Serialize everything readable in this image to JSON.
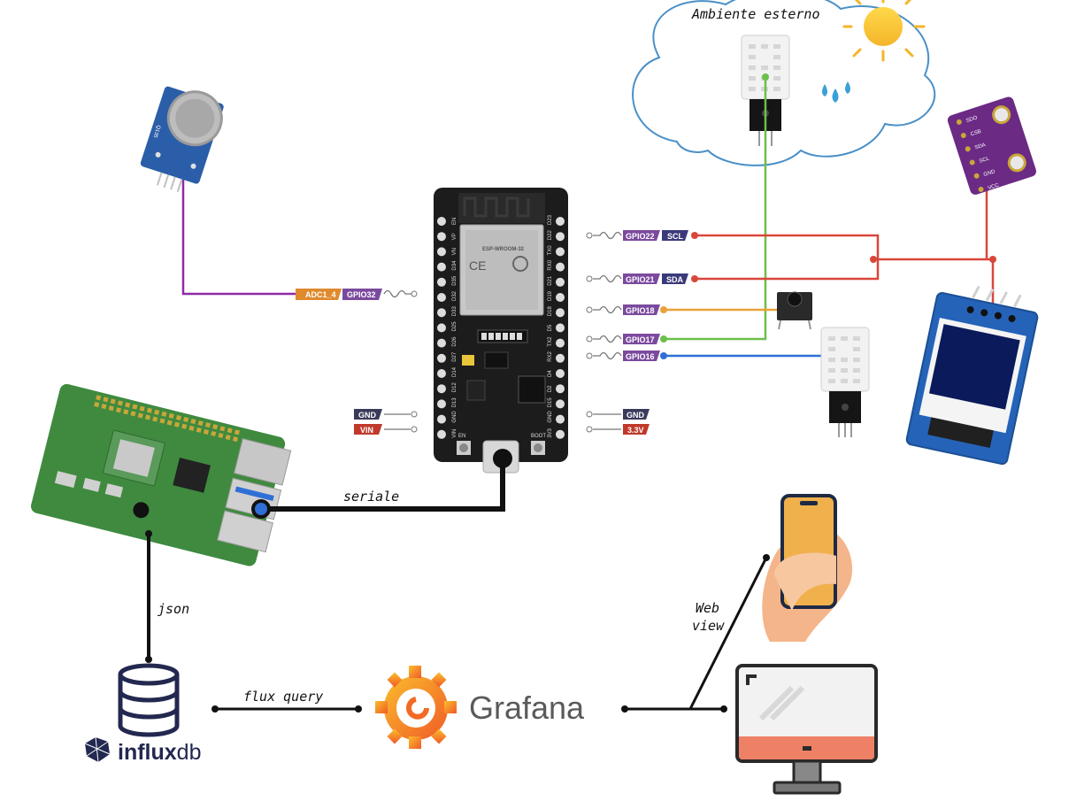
{
  "labels": {
    "cloud_title": "Ambiente esterno",
    "serial": "seriale",
    "json": "json",
    "flux_query": "flux query",
    "web_view_1": "Web",
    "web_view_2": "view",
    "grafana": "Grafana",
    "influx_prefix": "influx",
    "influx_suffix": "db"
  },
  "esp32": {
    "module_name": "ESP-WROOM-32",
    "left_pins": [
      "EN",
      "VP",
      "VN",
      "D34",
      "D35",
      "D32",
      "D33",
      "D25",
      "D26",
      "D27",
      "D14",
      "D12",
      "D13",
      "GND",
      "VIN"
    ],
    "right_pins": [
      "D23",
      "D22",
      "TX0",
      "RX0",
      "D21",
      "D19",
      "D18",
      "D5",
      "TX2",
      "RX2",
      "D4",
      "D2",
      "D15",
      "GND",
      "3V3"
    ],
    "buttons": [
      "EN",
      "BOOT"
    ]
  },
  "pins": {
    "adc": "ADC1_4",
    "gpio32": "GPIO32",
    "gpio22": "GPIO22",
    "scl": "SCL",
    "gpio21": "GPIO21",
    "sda": "SDA",
    "gpio18": "GPIO18",
    "gpio17": "GPIO17",
    "gpio16": "GPIO16",
    "gnd": "GND",
    "vin": "VIN",
    "gnd_r": "GND",
    "v33": "3.3V"
  },
  "bme280_pins": [
    "SDO",
    "CSB",
    "SDA",
    "SCL",
    "GND",
    "VCC"
  ],
  "gas_sensor_label": "Q135",
  "colors": {
    "purple_wire": "#8e2aa8",
    "red_wire": "#d9473a",
    "green_wire": "#6cbf4a",
    "orange_wire": "#e9a13a",
    "blue_wire": "#2f6fd6",
    "pin_purple": "#7b4a9e",
    "pin_darkblue": "#3a3a7a",
    "pin_gray": "#555555",
    "pin_red": "#c0392b",
    "pin_orange": "#e08a2e",
    "board_black": "#1c1c1c",
    "rpi_green": "#3f8a3f",
    "grafana_orange": "#f46a25",
    "influx_navy": "#22284f",
    "phone_orange": "#f0b04c",
    "monitor_salmon": "#ee8066",
    "cloud_blue": "#4a90c8"
  },
  "icons": [
    "cloud-icon",
    "sun-icon",
    "water-drops-icon",
    "dht22-sensor-icon",
    "mq135-sensor-icon",
    "bme280-sensor-icon",
    "oled-display-icon",
    "push-button-icon",
    "esp32-board-icon",
    "raspberry-pi-icon",
    "database-icon",
    "grafana-logo-icon",
    "smartphone-icon",
    "monitor-icon"
  ]
}
